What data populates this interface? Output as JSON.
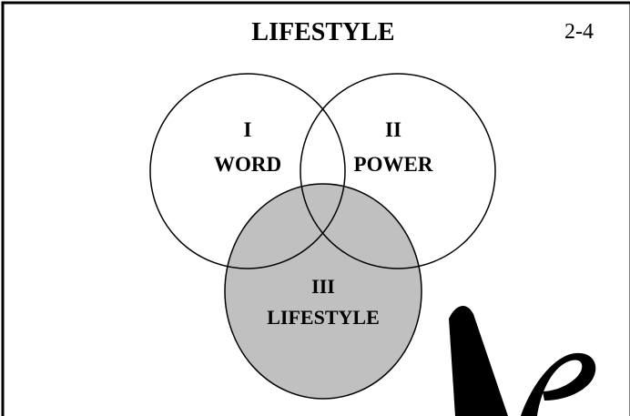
{
  "diagram": {
    "title": "LIFESTYLE",
    "page_number": "2-4",
    "circles": [
      {
        "numeral": "I",
        "label": "WORD",
        "fill": "#ffffff"
      },
      {
        "numeral": "II",
        "label": "POWER",
        "fill": "#ffffff"
      },
      {
        "numeral": "III",
        "label": "LIFESTYLE",
        "fill": "#c0c0c0"
      }
    ],
    "stroke_color": "#000000"
  }
}
